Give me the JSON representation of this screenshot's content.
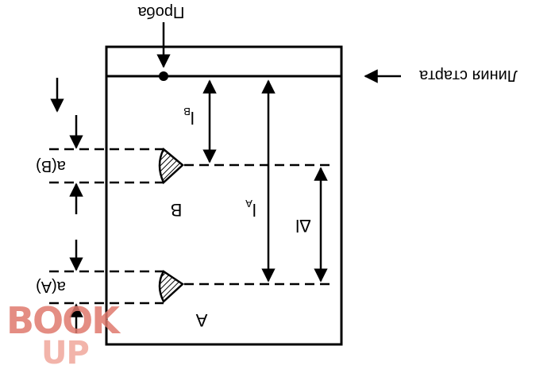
{
  "diagram": {
    "probe_label": "Проба",
    "start_line_label": "Линия старта",
    "spot_a_label": "A",
    "spot_b_label": "B",
    "width_a_label": "a(A)",
    "width_b_label": "a(B)",
    "distance_a_label": "l",
    "distance_a_subscript": "A",
    "distance_b_label": "l",
    "distance_b_subscript": "B",
    "delta_label": "Δl"
  },
  "watermark": {
    "line1": "BOOK",
    "line2": "UP",
    "color": "#d9534f"
  },
  "colors": {
    "ink": "#000000",
    "background": "#ffffff"
  }
}
